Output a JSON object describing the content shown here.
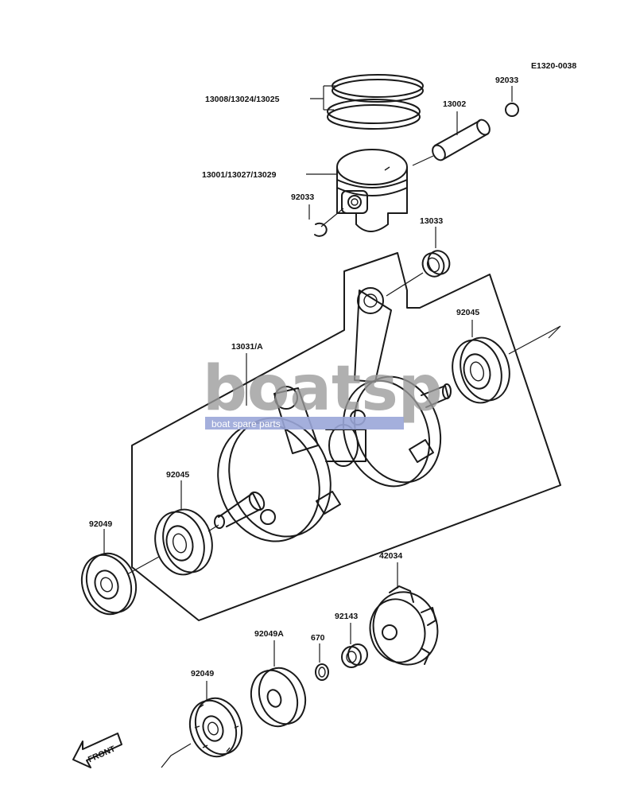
{
  "diagram_code": "E1320-0038",
  "watermark": {
    "brand": "boatsp",
    "tagline": "boat spare parts"
  },
  "front_arrow_label": "FRONT",
  "labels": {
    "piston_rings": "13008/13024/13025",
    "circlip_top": "92033",
    "piston_pin": "13002",
    "piston": "13001/13027/13029",
    "circlip_left": "92033",
    "needle_bearing": "13033",
    "crankshaft": "13031/A",
    "bearing_right": "92045",
    "bearing_left": "92045",
    "oil_seal_left": "92049",
    "rotor": "42034",
    "collar": "92143",
    "ring_670": "670",
    "oil_seal_a": "92049A",
    "oil_seal_bottom": "92049"
  }
}
